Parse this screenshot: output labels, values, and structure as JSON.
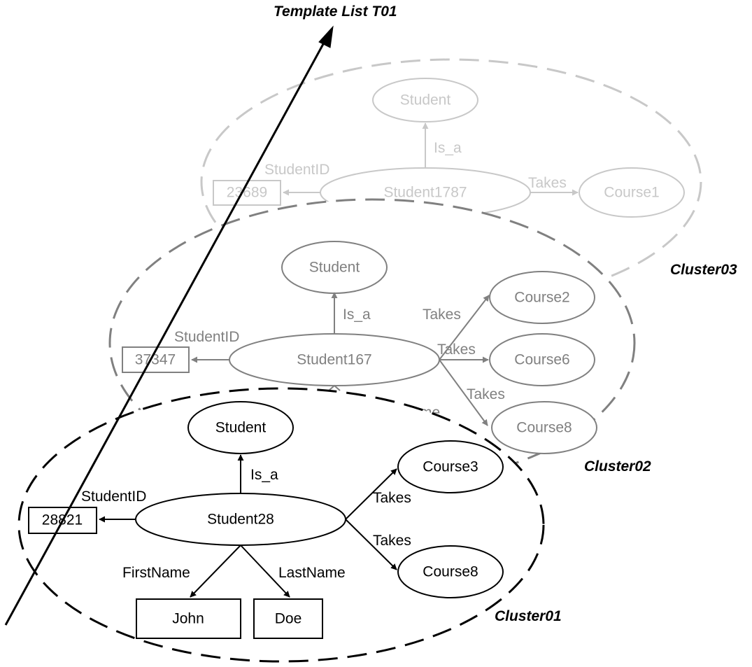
{
  "title": "Template List T01",
  "colors": {
    "cluster01": "#000000",
    "cluster02": "#808080",
    "cluster03": "#c8c8c8"
  },
  "clusters": [
    {
      "name": "Cluster03",
      "nodes": {
        "student": "Student",
        "instance": "Student1787",
        "id": "23689",
        "course1": "Course1"
      },
      "edges": {
        "is_a": "Is_a",
        "student_id": "StudentID",
        "takes": "Takes"
      }
    },
    {
      "name": "Cluster02",
      "nodes": {
        "student": "Student",
        "instance": "Student167",
        "id": "37347",
        "course2": "Course2",
        "course6": "Course6",
        "course8": "Course8"
      },
      "edges": {
        "is_a": "Is_a",
        "student_id": "StudentID",
        "takes": "Takes",
        "hidden_name": "me"
      }
    },
    {
      "name": "Cluster01",
      "nodes": {
        "student": "Student",
        "instance": "Student28",
        "id": "28821",
        "course3": "Course3",
        "course8": "Course8",
        "first": "John",
        "last": "Doe"
      },
      "edges": {
        "is_a": "Is_a",
        "student_id": "StudentID",
        "takes": "Takes",
        "first_name": "FirstName",
        "last_name": "LastName"
      }
    }
  ]
}
